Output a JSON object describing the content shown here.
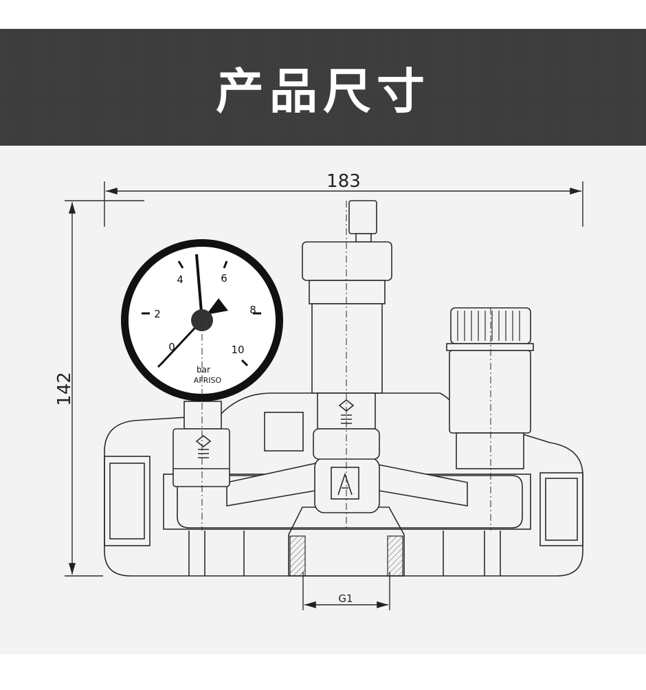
{
  "banner": {
    "title": "产品尺寸"
  },
  "dimensions": {
    "width_label": "183",
    "height_label": "142",
    "thread_label": "G1"
  },
  "gauge": {
    "ticks": [
      "0",
      "2",
      "4",
      "6",
      "8",
      "10"
    ],
    "unit": "bar",
    "brand": "AFRISO"
  },
  "colors": {
    "banner_bg": "#3d3d3d",
    "drawing_bg": "#f3f3f3",
    "line": "#2a2a2a"
  }
}
